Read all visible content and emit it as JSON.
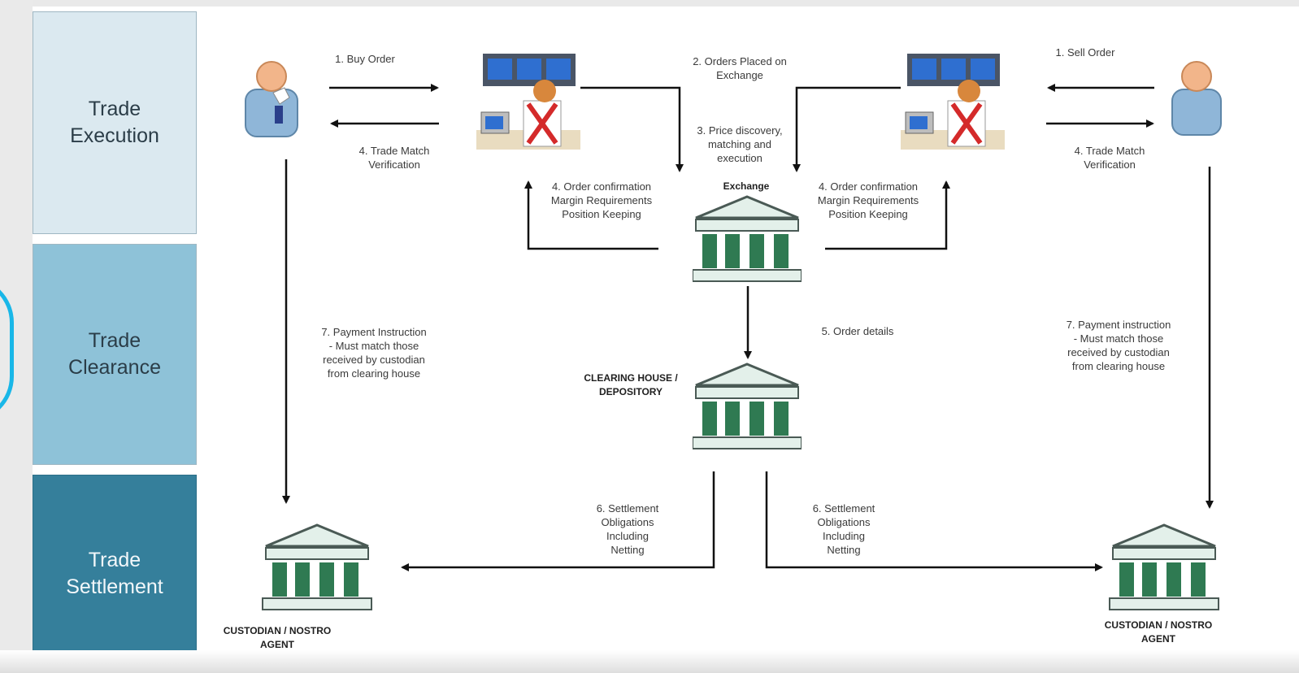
{
  "stages": [
    {
      "label": "Trade\nExecution"
    },
    {
      "label": "Trade\nClearance"
    },
    {
      "label": "Trade\nSettlement"
    }
  ],
  "nodes": {
    "exchange": "Exchange",
    "clearing_house": "CLEARING HOUSE /\nDEPOSITORY",
    "custodian_left": "CUSTODIAN / NOSTRO\nAGENT",
    "custodian_right": "CUSTODIAN / NOSTRO\nAGENT"
  },
  "steps": {
    "buy_order": "1. Buy Order",
    "sell_order": "1. Sell Order",
    "orders_placed": "2. Orders Placed on\nExchange",
    "price_discovery": "3. Price discovery,\nmatching and\nexecution",
    "trade_match_left": "4. Trade Match\nVerification",
    "trade_match_right": "4. Trade Match\nVerification",
    "order_conf_left": "4. Order confirmation\nMargin Requirements\nPosition Keeping",
    "order_conf_right": "4. Order confirmation\nMargin Requirements\nPosition Keeping",
    "order_details": "5. Order details",
    "settlement_left": "6. Settlement\nObligations\nIncluding\nNetting",
    "settlement_right": "6. Settlement\nObligations\nIncluding\nNetting",
    "payment_left": "7. Payment Instruction\n- Must match those\nreceived by custodian\nfrom clearing house",
    "payment_right": "7. Payment instruction\n- Must match those\nreceived by custodian\nfrom clearing house"
  },
  "colors": {
    "stage_execution": "#dbe9f0",
    "stage_clearance": "#8ec2d8",
    "stage_settlement": "#357f9b",
    "accent_arc": "#19b7e8"
  }
}
